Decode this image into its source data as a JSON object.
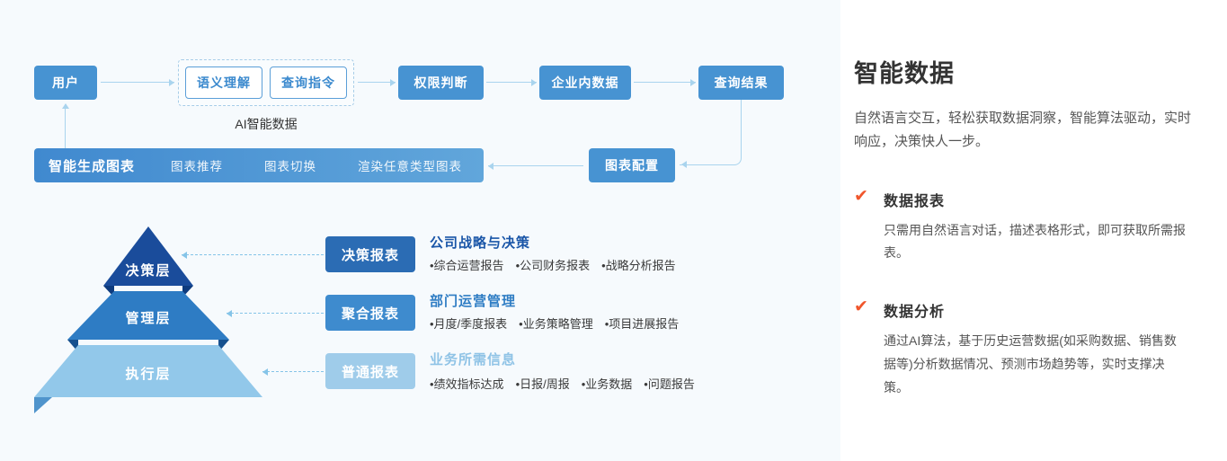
{
  "flow": {
    "user": "用户",
    "semantic_box": "语义理解",
    "query_box": "查询指令",
    "ai_group_label": "AI智能数据",
    "permission": "权限判断",
    "enterprise_data": "企业内数据",
    "query_result": "查询结果",
    "chart_config": "图表配置",
    "chart_bar": {
      "title": "智能生成图表",
      "items": [
        "图表推荐",
        "图表切换",
        "渲染任意类型图表"
      ]
    }
  },
  "pyramid": {
    "layers": [
      "决策层",
      "管理层",
      "执行层"
    ]
  },
  "reports": [
    {
      "badge": "决策报表",
      "title": "公司战略与决策",
      "items": [
        "•综合运营报告",
        "•公司财务报表",
        "•战略分析报告"
      ]
    },
    {
      "badge": "聚合报表",
      "title": "部门运营管理",
      "items": [
        "•月度/季度报表",
        "•业务策略管理",
        "•项目进展报告"
      ]
    },
    {
      "badge": "普通报表",
      "title": "业务所需信息",
      "items": [
        "•绩效指标达成",
        "•日报/周报",
        "•业务数据",
        "•问题报告"
      ]
    }
  ],
  "panel": {
    "title": "智能数据",
    "intro": "自然语言交互，轻松获取数据洞察，智能算法驱动，实时响应，决策快人一步。",
    "check_icon": "✔",
    "features": [
      {
        "title": "数据报表",
        "desc": "只需用自然语言对话，描述表格形式，即可获取所需报表。"
      },
      {
        "title": "数据分析",
        "desc": "通过AI算法，基于历史运营数据(如采购数据、销售数据等)分析数据情况、预测市场趋势等，实时支撑决策。"
      }
    ]
  },
  "colors": {
    "primary_blue": "#4793d2",
    "arrow_blue": "#a9d4ee",
    "check_orange": "#f0562c",
    "pyramid_top": "#1a4c9b",
    "pyramid_mid": "#2e7cc4",
    "pyramid_bottom": "#92c8ea",
    "left_bg": "#f6fafd"
  }
}
